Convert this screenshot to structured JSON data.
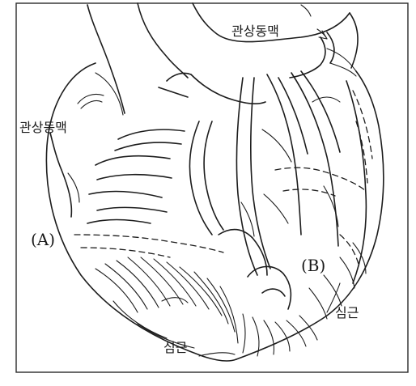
{
  "labels": {
    "coronary_top": "관상동맥",
    "coronary_left": "관상동맥",
    "marker_a": "(A)",
    "marker_b": "(B)",
    "muscle_right": "심근",
    "muscle_bottom": "심근"
  }
}
